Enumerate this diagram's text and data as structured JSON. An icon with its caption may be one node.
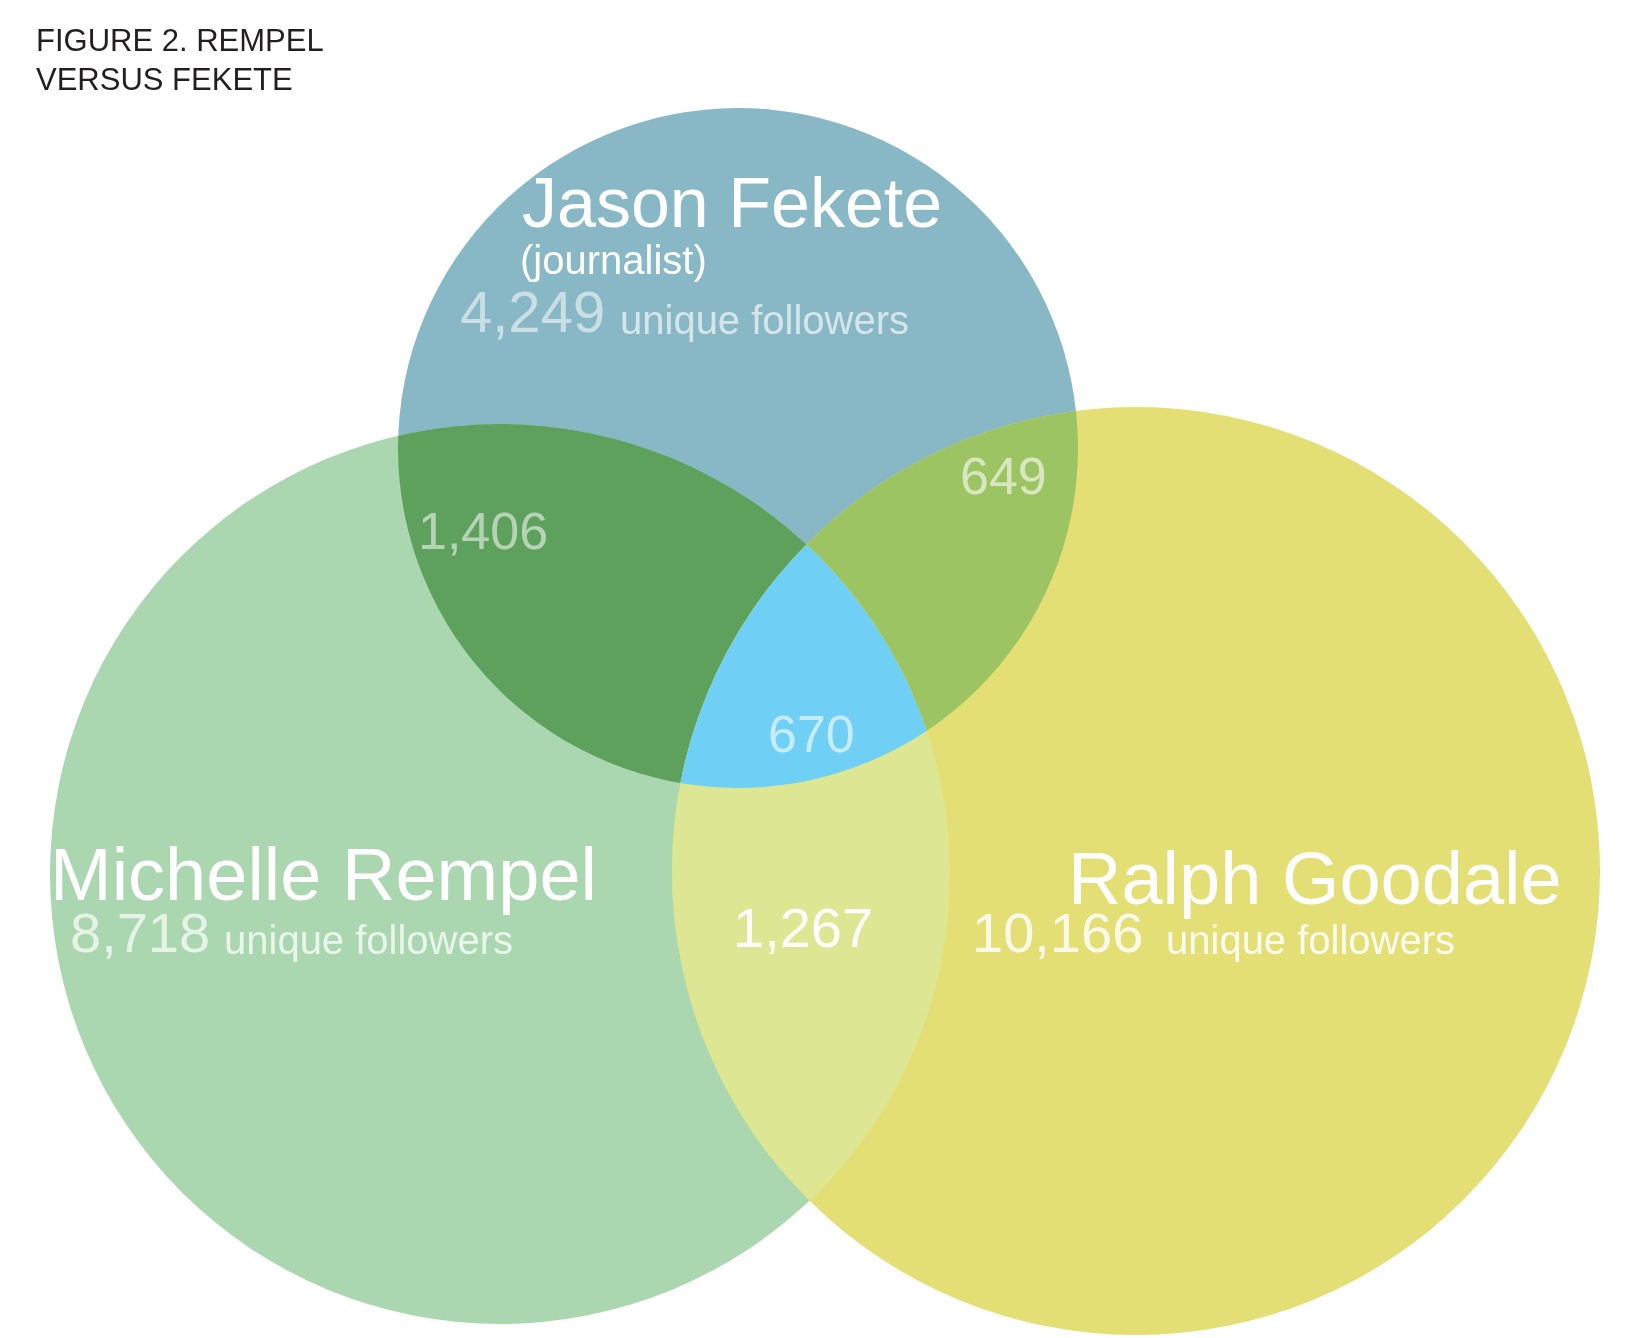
{
  "diagram": {
    "title": "FIGURE 2. REMPEL VERSUS FEKETE",
    "nodes": [
      {
        "text": [
          "Jason Fekete",
          "(journalist)",
          "4,249",
          "unique followers"
        ]
      },
      {
        "text": [
          "Michelle Rempel",
          "8,718",
          "unique followers"
        ]
      },
      {
        "text": [
          "Ralph Goodale",
          "10,166",
          "unique followers"
        ]
      }
    ],
    "labels": [
      "649",
      "1,406",
      "670",
      "1,267"
    ]
  }
}
